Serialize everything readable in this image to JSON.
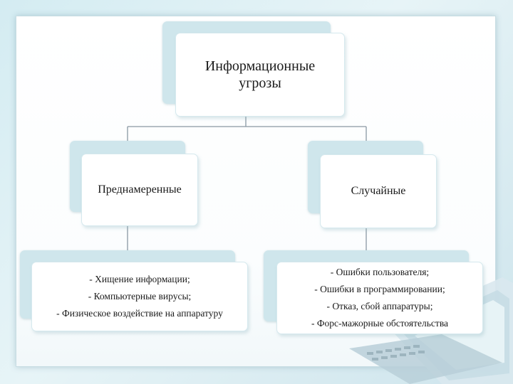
{
  "diagram": {
    "root": {
      "label_line1": "Информационные",
      "label_line2": "угрозы"
    },
    "branches": [
      {
        "label": "Преднамеренные",
        "items": [
          "- Хищение информации;",
          "- Компьютерные вирусы;",
          "- Физическое воздействие на аппаратуру"
        ]
      },
      {
        "label": "Случайные",
        "items": [
          "- Ошибки пользователя;",
          "- Ошибки в программировании;",
          "- Отказ, сбой аппаратуры;",
          "- Форс-мажорные обстоятельства"
        ]
      }
    ]
  },
  "colors": {
    "tab_fill": "#cfe6ec",
    "connector": "#8a98a3",
    "background": "#d4ecf2"
  },
  "decor": {
    "icon": "laptop-icon"
  }
}
